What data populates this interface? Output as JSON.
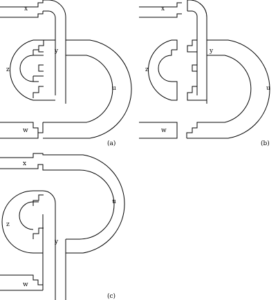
{
  "panels": [
    {
      "caption": "(a)",
      "labels": {
        "x": "x",
        "y": "y",
        "z": "z",
        "u": "u",
        "w": "w"
      }
    },
    {
      "caption": "(b)",
      "labels": {
        "x": "x",
        "y": "y",
        "z": "z",
        "u": "u",
        "w": "w"
      }
    },
    {
      "caption": "(c)",
      "labels": {
        "x": "x",
        "y": "y",
        "z": "z",
        "u": "u",
        "w": "w"
      }
    }
  ]
}
